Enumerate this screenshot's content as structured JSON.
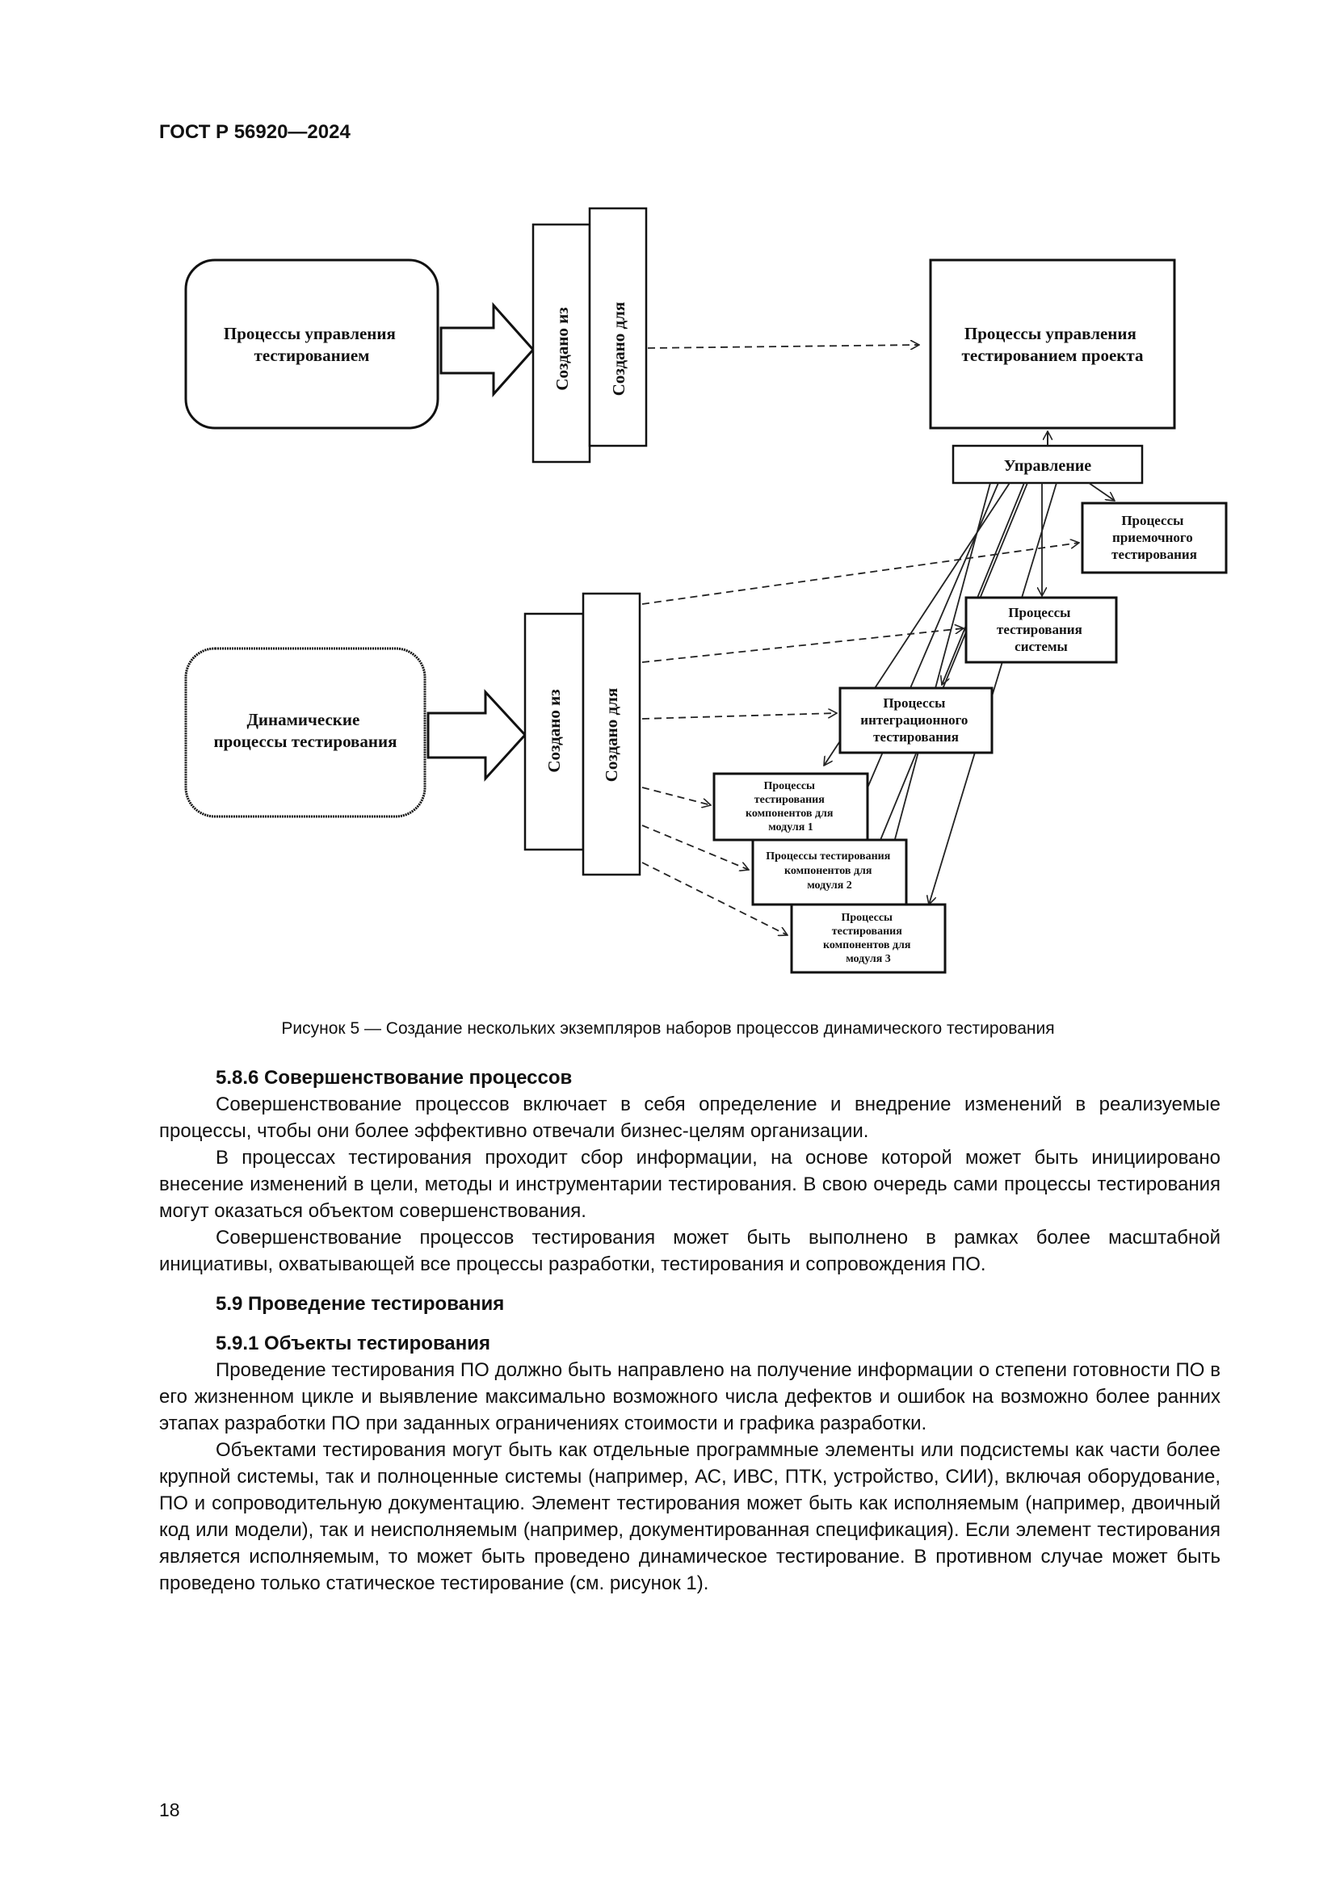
{
  "header": {
    "title": "ГОСТ Р 56920—2024"
  },
  "diagram": {
    "mgmt_processes": [
      "Процессы управления",
      "тестированием"
    ],
    "created_from": "Создано из",
    "created_for": "Создано для",
    "project_mgmt": [
      "Процессы управления",
      "тестированием проекта"
    ],
    "management": "Управление",
    "dynamic_processes": [
      "Динамические",
      "процессы тестирования"
    ],
    "acceptance": [
      "Процессы",
      "приемочного",
      "тестирования"
    ],
    "system": [
      "Процессы",
      "тестирования",
      "системы"
    ],
    "integration": [
      "Процессы",
      "интеграционного",
      "тестирования"
    ],
    "module1": [
      "Процессы",
      "тестирования",
      "компонентов для",
      "модуля 1"
    ],
    "module2": [
      "Процессы тестирования",
      "компонентов для",
      "модуля 2"
    ],
    "module3": [
      "Процессы",
      "тестирования",
      "компонентов для",
      "модуля 3"
    ]
  },
  "caption": "Рисунок 5 — Создание нескольких экземпляров наборов процессов динамического тестирования",
  "sections": {
    "s586_title": "5.8.6 Совершенствование процессов",
    "s586_p1": "Совершенствование процессов включает в себя определение и внедрение изменений в реализуемые процессы, чтобы они более эффективно отвечали бизнес-целям организации.",
    "s586_p2": "В процессах тестирования проходит сбор информации, на основе которой может быть инициировано внесение изменений в цели, методы и инструментарии тестирования. В свою очередь сами процессы тестирования могут оказаться объектом совершенствования.",
    "s586_p3": "Совершенствование процессов тестирования может быть выполнено в рамках более масштабной инициативы, охватывающей все процессы разработки, тестирования и сопровождения ПО.",
    "s59_title": "5.9 Проведение тестирования",
    "s591_title": "5.9.1 Объекты тестирования",
    "s591_p1": "Проведение тестирования ПО должно быть направлено на получение информации о степени готовности ПО в его жизненном цикле и выявление максимально возможного числа дефектов и ошибок на возможно более ранних этапах разработки ПО при заданных ограничениях стоимости и графика разработки.",
    "s591_p2": "Объектами тестирования могут быть как отдельные программные элементы или подсистемы как части более крупной системы, так и полноценные системы (например, АС, ИВС, ПТК, устройство, СИИ), включая оборудование, ПО и сопроводительную документацию. Элемент тестирования может быть как исполняемым (например, двоичный код или модели), так и неисполняемым (например, документированная спецификация). Если элемент тестирования является исполняемым, то может быть проведено динамическое тестирование. В противном случае может быть проведено только статическое тестирование (см. рисунок 1)."
  },
  "page_number": "18"
}
